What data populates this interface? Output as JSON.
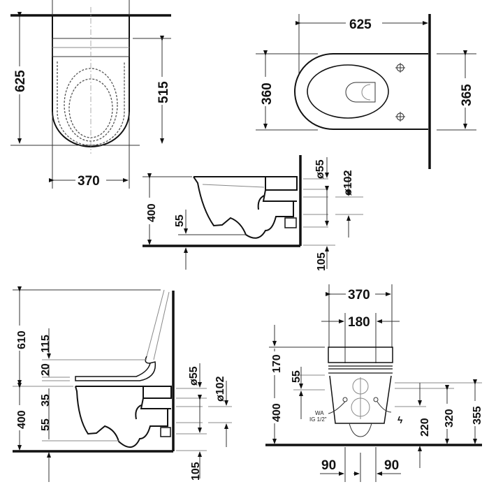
{
  "views": {
    "top_left_plan": {
      "length_total": "625",
      "length_seat": "515",
      "width": "370"
    },
    "top_right_plan": {
      "length": "625",
      "width_bowl": "360",
      "width_plate": "365"
    },
    "middle_side": {
      "height": "400",
      "water_level": "55",
      "diameter_small": "ø55",
      "diameter_large": "ø102",
      "floor_offset": "105"
    },
    "bottom_left_side": {
      "total_height": "610",
      "lid_offset": "115",
      "seat_thickness": "20",
      "rim_offset": "35",
      "height": "400",
      "water_level": "55",
      "diameter_small": "ø55",
      "diameter_large": "ø102",
      "floor_offset": "105"
    },
    "bottom_right_front": {
      "width_total": "370",
      "width_inner": "180",
      "seat_height": "170",
      "rim_offset": "55",
      "height": "400",
      "water_connection_label": "WA",
      "water_connection_size": "IG 1/2\"",
      "dim_220": "220",
      "dim_320": "320",
      "dim_355": "355",
      "offset_left": "90",
      "offset_right": "90"
    }
  }
}
